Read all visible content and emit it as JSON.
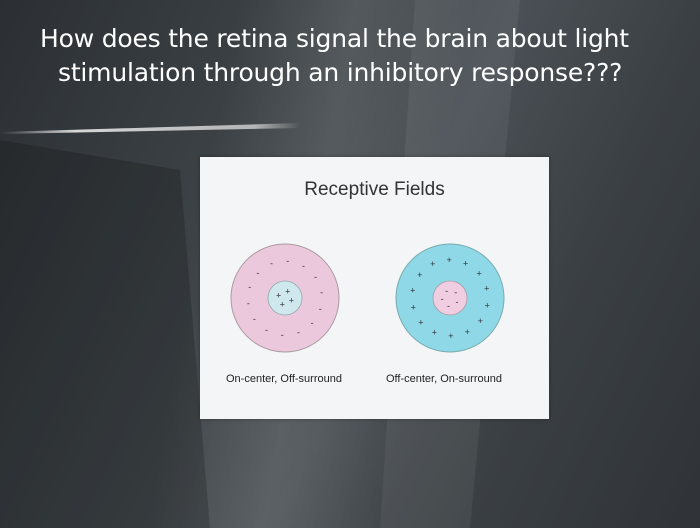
{
  "title_lines": [
    "How does the retina signal the brain about light",
    "stimulation through an inhibitory response???"
  ],
  "slide": {
    "title": "Receptive Fields",
    "left_field": {
      "caption": "On-center, Off-surround",
      "center_color": "#cfe8ee",
      "surround_color": "#ecc8dc",
      "center_sign": "+",
      "surround_sign": "-"
    },
    "right_field": {
      "caption": "Off-center, On-surround",
      "center_color": "#f0cde0",
      "surround_color": "#8fd8e8",
      "center_sign": "-",
      "surround_sign": "+"
    }
  },
  "colors": {
    "title_text": "#ffffff",
    "slide_background": "#f4f5f7"
  }
}
